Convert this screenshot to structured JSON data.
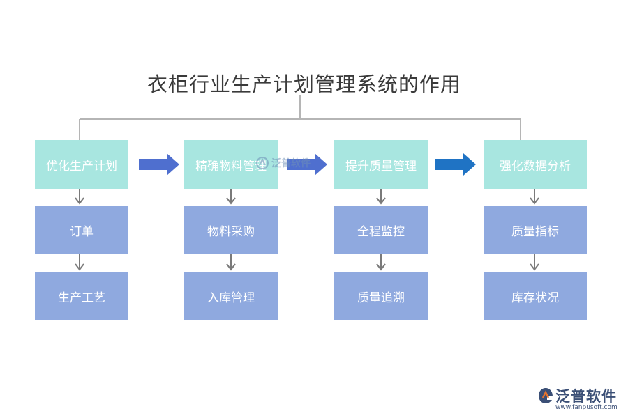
{
  "title": "衣柜行业生产计划管理系统的作用",
  "columns": [
    {
      "head": "优化生产计划",
      "items": [
        "订单",
        "生产工艺"
      ]
    },
    {
      "head": "精确物料管理",
      "items": [
        "物料采购",
        "入库管理"
      ]
    },
    {
      "head": "提升质量管理",
      "items": [
        "全程监控",
        "质量追溯"
      ]
    },
    {
      "head": "强化数据分析",
      "items": [
        "质量指标",
        "库存状况"
      ]
    }
  ],
  "watermark": {
    "text": "泛普软件"
  },
  "logo": {
    "name": "泛普软件",
    "url": "www.fanpusoft.com",
    "icon": "fanpu-logo-icon"
  },
  "colors": {
    "head_box": "#a8e6e0",
    "sub_box": "#8fa9df",
    "arrow_1": "#4f6fcf",
    "arrow_2": "#4f6fcf",
    "arrow_3": "#1f73c4",
    "connector": "#b5b5b5"
  }
}
